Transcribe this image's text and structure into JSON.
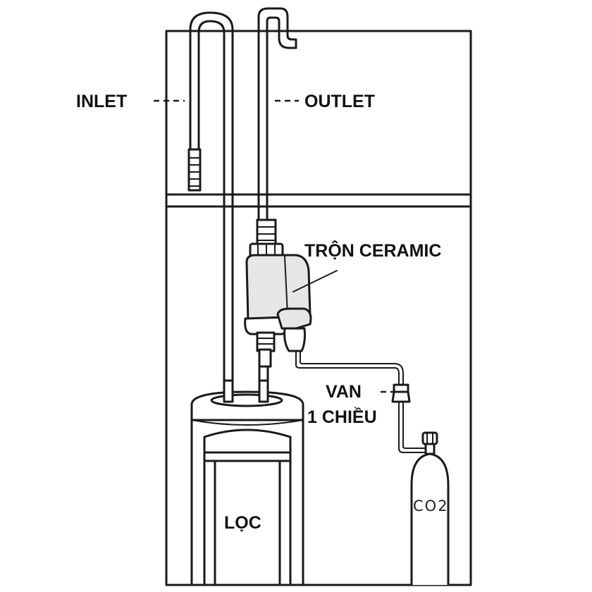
{
  "labels": {
    "inlet": "INLET",
    "outlet": "OUTLET",
    "mixer": "TRỘN CERAMIC",
    "valve_line1": "VAN",
    "valve_line2": "1 CHIỀU",
    "filter": "LỌC",
    "tank": "CO2"
  },
  "colors": {
    "line": "#1a1a1a",
    "background": "#ffffff",
    "mixer_fill": "#e6e6e6"
  }
}
